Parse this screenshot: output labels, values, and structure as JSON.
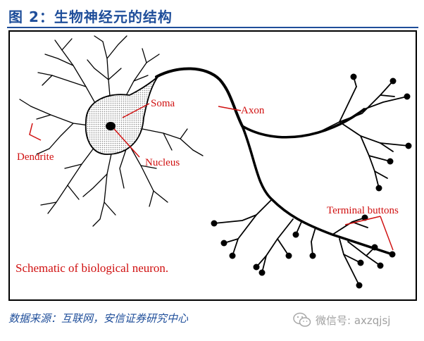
{
  "figure": {
    "title": "图 2：生物神经元的结构",
    "source": "数据来源：互联网，安信证券研究中心"
  },
  "diagram": {
    "caption": "Schematic of biological neuron.",
    "labels": {
      "soma": "Soma",
      "axon": "Axon",
      "nucleus": "Nucleus",
      "dendrite": "Dendrite",
      "terminal_buttons": "Terminal buttons"
    },
    "colors": {
      "label": "#d01010",
      "outline": "#000000",
      "soma_fill": "#d8d8d8",
      "title": "#1f4e9a"
    }
  },
  "watermark": {
    "icon": "wechat-icon",
    "text": "微信号: axzqjsj"
  }
}
